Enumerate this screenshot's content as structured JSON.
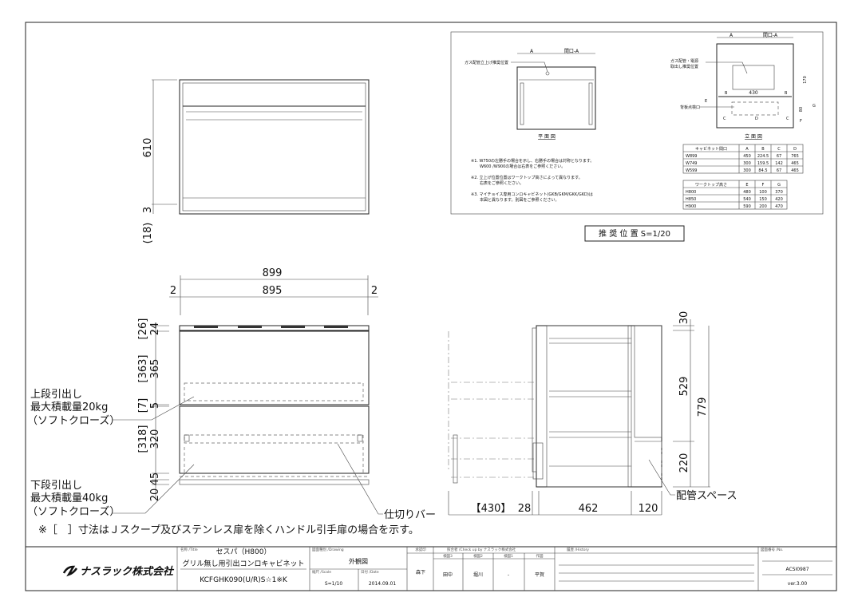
{
  "top_view": {
    "dim_height": "610",
    "dim_small": "3",
    "dim_paren": "(18)"
  },
  "front_view": {
    "dim_overall_width": "899",
    "dim_inner_width": "895",
    "dim_side_left": "2",
    "dim_side_right": "2",
    "dims_vertical": [
      {
        "bracket": "[26]",
        "value": "24"
      },
      {
        "bracket": "[363]",
        "value": "365"
      },
      {
        "bracket": "[7]",
        "value": "5"
      },
      {
        "bracket": "[318]",
        "value": "320"
      },
      {
        "bracket": "",
        "value": "45"
      },
      {
        "bracket": "",
        "value": "20"
      }
    ],
    "upper_drawer_label": [
      "上段引出し",
      "最大積載量20kg",
      "（ソフトクローズ）"
    ],
    "lower_drawer_label": [
      "下段引出し",
      "最大積載量40kg",
      "（ソフトクローズ）"
    ],
    "partition_bar_label": "仕切りバー",
    "note": "※［　］寸法はＪスクープ及びステンレス扉を除くハンドル引手扉の場合を示す。"
  },
  "side_view": {
    "dim_top": "30",
    "dim_upper": "529",
    "dim_total": "779",
    "dim_lower": "220",
    "dims_bottom": [
      "【430】",
      "28",
      "462",
      "120"
    ],
    "piping_space_label": "配管スペース"
  },
  "recommended_position": {
    "plan_label": "平 面 図",
    "elevation_label": "立 面 図",
    "dim_A": "A",
    "dim_opening": "間口-A",
    "gas_label_plan": "ガス配管立上げ推奨位置",
    "gas_label_elev": [
      "ガス配管・電源",
      "取出し推奨位置"
    ],
    "back_inspection_label": "背板点検口",
    "dim_430": "430",
    "dim_170": "170",
    "dim_80": "80",
    "letters": [
      "B",
      "B",
      "C",
      "D",
      "C",
      "E",
      "F",
      "G"
    ],
    "notes": [
      [
        "※1. W750の左勝手の場合を示し、右勝手の場合は対称となります。",
        "W600 /W900の場合は右表をご参照ください。"
      ],
      [
        "※2. 立上げ位置位置はワークトップ高さによって異なります。",
        "右表をご参照ください。"
      ],
      [
        "※3. マイチョイス専用コンロキャビネット(GKB/GKM/GKK/GKD)は",
        "本図と異なります。別図をご参照ください。"
      ]
    ],
    "cabinet_table": {
      "headers": [
        "キャビネット間口",
        "A",
        "B",
        "C",
        "D"
      ],
      "rows": [
        [
          "W899",
          "450",
          "224.5",
          "67",
          "765"
        ],
        [
          "W749",
          "300",
          "159.5",
          "142",
          "465"
        ],
        [
          "W599",
          "300",
          "84.5",
          "67",
          "465"
        ]
      ]
    },
    "worktop_table": {
      "headers": [
        "ワークトップ高さ",
        "E",
        "F",
        "G"
      ],
      "rows": [
        [
          "H800",
          "480",
          "100",
          "370"
        ],
        [
          "H850",
          "540",
          "150",
          "420"
        ],
        [
          "H900",
          "590",
          "200",
          "470"
        ]
      ]
    },
    "caption": "推 奨 位 置  S=1/20"
  },
  "title_block": {
    "company": "ナスラック株式会社",
    "title_label": "名称 /Title",
    "title_line1": "セスパ（H800）",
    "title_line2": "グリル無し用引出コンロキャビネット",
    "model": "KCFGHK090(U/R)S☆1※K",
    "drawing_label": "図面種別 /Drawing",
    "drawing_type": "外観図",
    "scale_label": "縮尺 /Scale",
    "scale": "S=1/10",
    "date_label": "日付 /Date",
    "date": "2014.09.01",
    "approve_label": "承認印",
    "approver": "森下",
    "check_label": "照合者 /Check up by ナスラック株式会社",
    "check_roles": [
      "検図3",
      "検図2",
      "検図1",
      "作図"
    ],
    "check_names": [
      "田中",
      "堀川",
      "-",
      "平賀"
    ],
    "history_label": "履歴 /History",
    "no_label": "図面番号 /No.",
    "drawing_no": "ACSI0987",
    "version": "ver.3.00"
  }
}
